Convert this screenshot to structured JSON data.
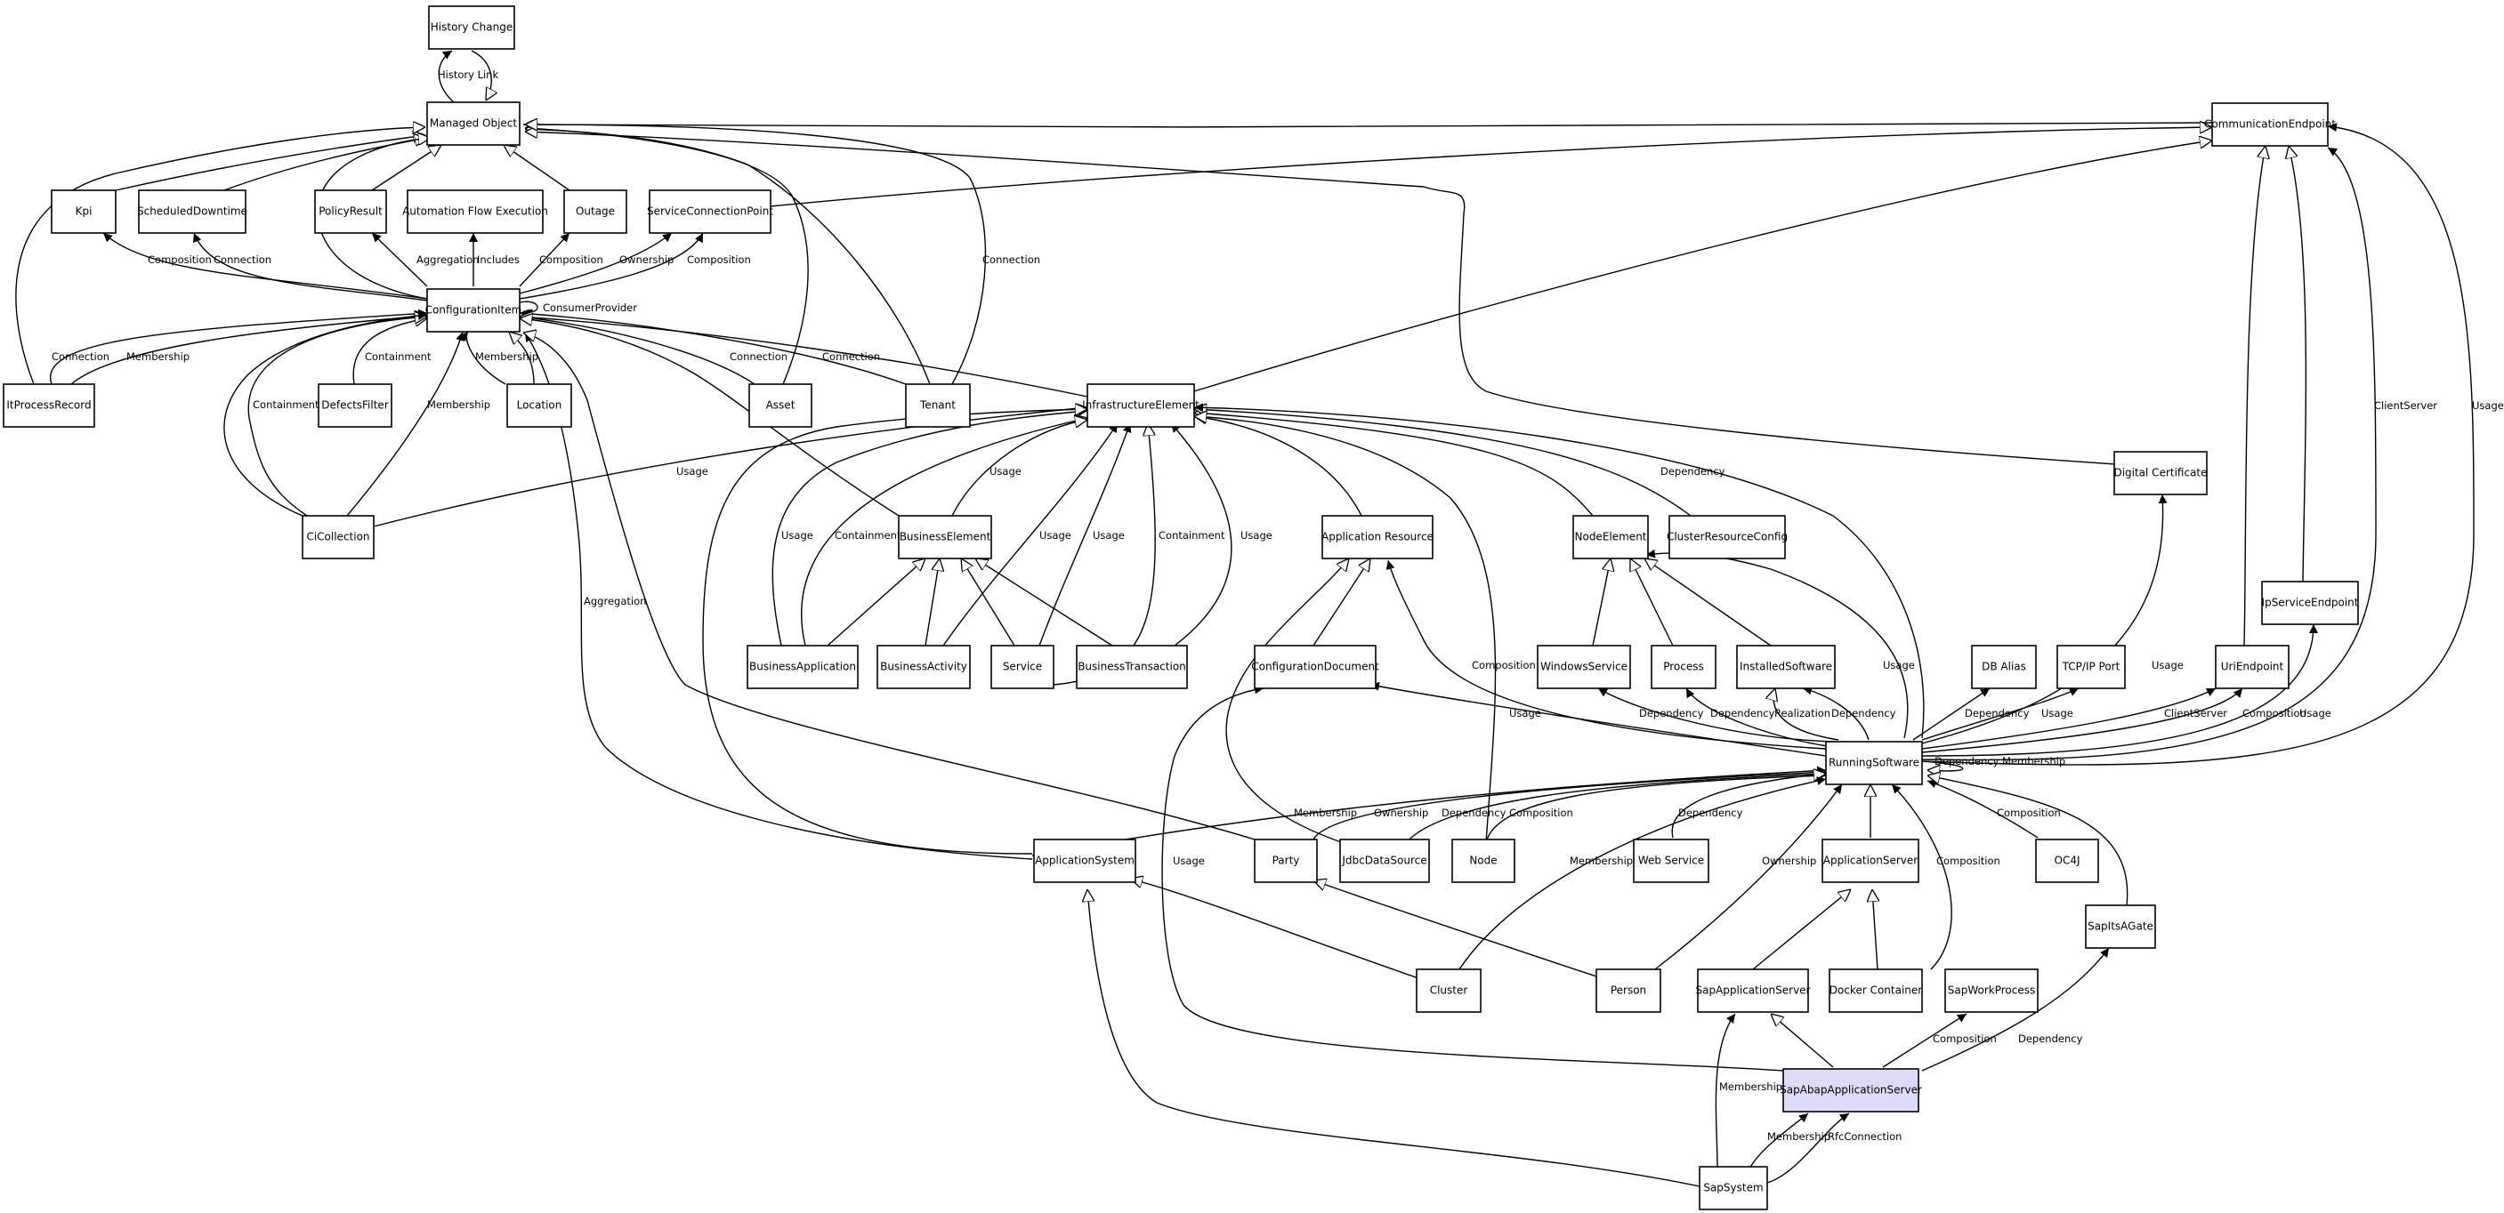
{
  "nodes": {
    "history_change": "History Change",
    "managed_object": "Managed Object",
    "communication_endpoint": "CommunicationEndpoint",
    "kpi": "Kpi",
    "scheduled_downtime": "ScheduledDowntime",
    "policy_result": "PolicyResult",
    "automation_flow_execution": "Automation Flow Execution",
    "outage": "Outage",
    "service_connection_point": "ServiceConnectionPoint",
    "configuration_item": "ConfigurationItem",
    "itprocess_record": "ItProcessRecord",
    "defects_filter": "DefectsFilter",
    "location": "Location",
    "asset": "Asset",
    "tenant": "Tenant",
    "infrastructure_element": "InfrastructureElement",
    "digital_certificate": "Digital Certificate",
    "ci_collection": "CiCollection",
    "business_element": "BusinessElement",
    "application_resource": "Application Resource",
    "node_element": "NodeElement",
    "cluster_resource_config": "ClusterResourceConfig",
    "ip_service_endpoint": "IpServiceEndpoint",
    "business_application": "BusinessApplication",
    "business_activity": "BusinessActivity",
    "service": "Service",
    "business_transaction": "BusinessTransaction",
    "configuration_document": "ConfigurationDocument",
    "windows_service": "WindowsService",
    "process": "Process",
    "installed_software": "InstalledSoftware",
    "db_alias": "DB Alias",
    "tcpip_port": "TCP/IP Port",
    "uri_endpoint": "UriEndpoint",
    "running_software": "RunningSoftware",
    "application_system": "ApplicationSystem",
    "party": "Party",
    "jdbc_data_source": "JdbcDataSource",
    "node": "Node",
    "web_service": "Web Service",
    "application_server": "ApplicationServer",
    "oc4j": "OC4J",
    "sapits_agate": "SapItsAGate",
    "cluster": "Cluster",
    "person": "Person",
    "sap_application_server": "SapApplicationServer",
    "docker_container": "Docker Container",
    "sap_work_process": "SapWorkProcess",
    "sap_abap_application_server": "SapAbapApplicationServer",
    "sap_system": "SapSystem"
  },
  "edge_labels": {
    "history_link": "History Link",
    "kpi_composition": "Composition",
    "sd_connection": "Connection",
    "pr_aggregation": "Aggregation",
    "afe_includes": "Includes",
    "outage_composition": "Composition",
    "scp_ownership": "Ownership",
    "scp_composition": "Composition",
    "tenant_connection_top": "Connection",
    "consumer_provider": "ConsumerProvider",
    "itpr_connection": "Connection",
    "itpr_membership": "Membership",
    "df_containment": "Containment",
    "loc_membership": "Membership",
    "asset_connection": "Connection",
    "tenant_connection": "Connection",
    "cic_containment": "Containment",
    "cic_membership": "Membership",
    "cic_usage": "Usage",
    "aggregation": "Aggregation",
    "be_usage": "Usage",
    "ba_usage": "Usage",
    "ba_containment": "Containment",
    "bact_usage": "Usage",
    "svc_usage": "Usage",
    "svc_containment": "Containment",
    "bt_usage": "Usage",
    "ne_dependency": "Dependency",
    "clientserver_right": "ClientServer",
    "usage_right": "Usage",
    "ar_composition": "Composition",
    "rs_is_usage": "Usage",
    "dc_usage": "Usage",
    "ws_dependency": "Dependency",
    "proc_dependency": "Dependency",
    "is_realization": "Realization",
    "is_dependency": "Dependency",
    "db_dependency": "Dependency",
    "tcp_usage": "Usage",
    "uri_clientserver": "ClientServer",
    "uri_composition": "Composition",
    "ipse_usage": "Usage",
    "cd_usage": "Usage",
    "rs_self": "Dependency Membership",
    "as_membership": "Membership",
    "party_ownership": "Ownership",
    "jdbc_dependency": "Dependency",
    "node_composition": "Composition",
    "webservice_dependency": "Dependency",
    "oc4j_composition": "Composition",
    "cluster_membership": "Membership",
    "person_ownership": "Ownership",
    "docker_composition": "Composition",
    "abap_usage": "Usage",
    "swp_composition": "Composition",
    "sapits_dependency": "Dependency",
    "sys_membership_left": "Membership",
    "sys_membership": "Membership",
    "rfc_connection": "RfcConnection"
  }
}
